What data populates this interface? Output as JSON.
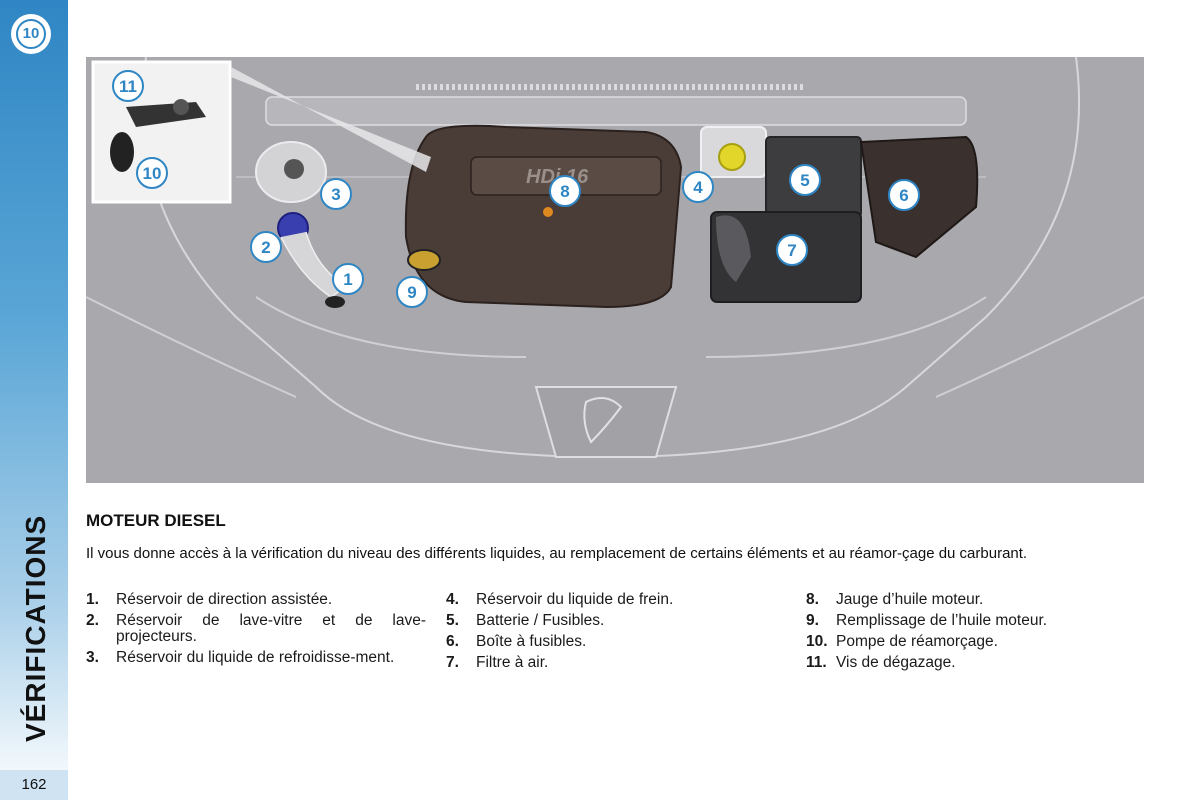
{
  "chapter": {
    "number": "10",
    "title": "VÉRIFICATIONS",
    "page_number": "162"
  },
  "section": {
    "title": "MOTEUR DIESEL",
    "intro": "Il vous donne accès à la vérification du niveau des différents liquides, au remplacement de certains éléments et au réamor-çage du carburant."
  },
  "illustration": {
    "engine_badge": "HDi 16",
    "callouts": [
      "1",
      "2",
      "3",
      "4",
      "5",
      "6",
      "7",
      "8",
      "9",
      "10",
      "11"
    ],
    "colors": {
      "background": "#a9a9ad",
      "callout": "#2f86c4",
      "engine_cover": "#4a3d38"
    }
  },
  "legend": {
    "col1": [
      {
        "num": "1.",
        "text": "Réservoir de direction assistée."
      },
      {
        "num": "2.",
        "text": "Réservoir de lave-vitre et de lave-projecteurs."
      },
      {
        "num": "3.",
        "text": "Réservoir du liquide de refroidisse-ment."
      }
    ],
    "col2": [
      {
        "num": "4.",
        "text": "Réservoir du liquide de frein."
      },
      {
        "num": "5.",
        "text": "Batterie / Fusibles."
      },
      {
        "num": "6.",
        "text": "Boîte à fusibles."
      },
      {
        "num": "7.",
        "text": "Filtre à air."
      }
    ],
    "col3": [
      {
        "num": "8.",
        "text": "Jauge d’huile moteur."
      },
      {
        "num": "9.",
        "text": "Remplissage de l’huile moteur."
      },
      {
        "num": "10.",
        "text": "Pompe de réamorçage."
      },
      {
        "num": "11.",
        "text": "Vis de dégazage."
      }
    ]
  }
}
